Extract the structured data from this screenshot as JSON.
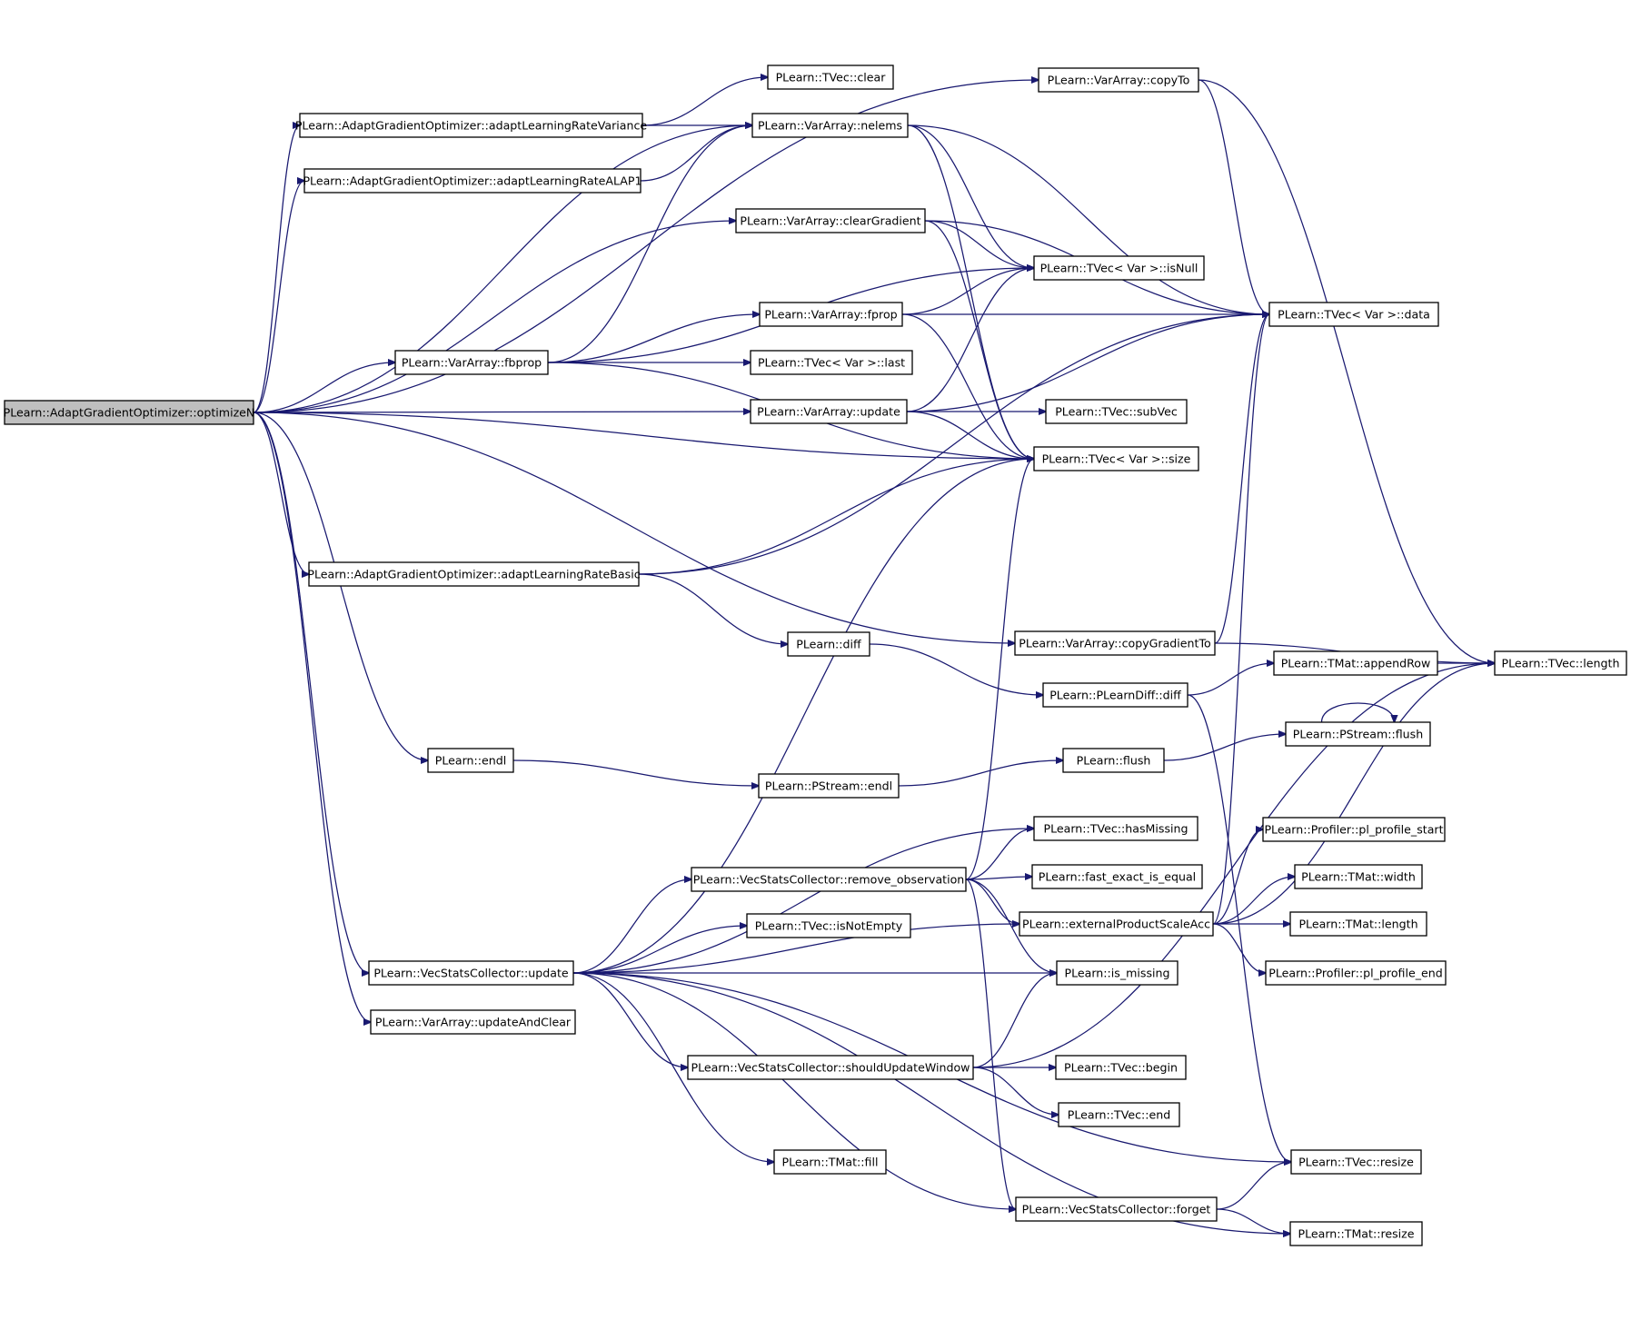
{
  "graph": {
    "edge_color": "#191970",
    "root_fill": "#bfbfbf",
    "nodes": [
      {
        "id": "optimizeN",
        "label": "PLearn::AdaptGradientOptimizer::optimizeN",
        "root": true
      },
      {
        "id": "copyTo",
        "label": "PLearn::VarArray::copyTo"
      },
      {
        "id": "tvecClear",
        "label": "PLearn::TVec::clear"
      },
      {
        "id": "alrVariance",
        "label": "PLearn::AdaptGradientOptimizer::adaptLearningRateVariance"
      },
      {
        "id": "nelems",
        "label": "PLearn::VarArray::nelems"
      },
      {
        "id": "alrALAP1",
        "label": "PLearn::AdaptGradientOptimizer::adaptLearningRateALAP1"
      },
      {
        "id": "clearGradient",
        "label": "PLearn::VarArray::clearGradient"
      },
      {
        "id": "isNull",
        "label": "PLearn::TVec< Var >::isNull"
      },
      {
        "id": "fprop",
        "label": "PLearn::VarArray::fprop"
      },
      {
        "id": "data",
        "label": "PLearn::TVec< Var >::data"
      },
      {
        "id": "fbprop",
        "label": "PLearn::VarArray::fbprop"
      },
      {
        "id": "last",
        "label": "PLearn::TVec< Var >::last"
      },
      {
        "id": "vaUpdate",
        "label": "PLearn::VarArray::update"
      },
      {
        "id": "subVec",
        "label": "PLearn::TVec::subVec"
      },
      {
        "id": "size",
        "label": "PLearn::TVec< Var >::size"
      },
      {
        "id": "alrBasic",
        "label": "PLearn::AdaptGradientOptimizer::adaptLearningRateBasic"
      },
      {
        "id": "copyGradientTo",
        "label": "PLearn::VarArray::copyGradientTo"
      },
      {
        "id": "diff",
        "label": "PLearn::diff"
      },
      {
        "id": "appendRow",
        "label": "PLearn::TMat::appendRow"
      },
      {
        "id": "length",
        "label": "PLearn::TVec::length"
      },
      {
        "id": "plDiff",
        "label": "PLearn::PLearnDiff::diff"
      },
      {
        "id": "psFlush",
        "label": "PLearn::PStream::flush"
      },
      {
        "id": "endl",
        "label": "PLearn::endl"
      },
      {
        "id": "flush",
        "label": "PLearn::flush"
      },
      {
        "id": "psEndl",
        "label": "PLearn::PStream::endl"
      },
      {
        "id": "hasMissing",
        "label": "PLearn::TVec::hasMissing"
      },
      {
        "id": "profStart",
        "label": "PLearn::Profiler::pl_profile_start"
      },
      {
        "id": "removeObs",
        "label": "PLearn::VecStatsCollector::remove_observation"
      },
      {
        "id": "fastEq",
        "label": "PLearn::fast_exact_is_equal"
      },
      {
        "id": "tmatWidth",
        "label": "PLearn::TMat::width"
      },
      {
        "id": "isNotEmpty",
        "label": "PLearn::TVec::isNotEmpty"
      },
      {
        "id": "extProd",
        "label": "PLearn::externalProductScaleAcc"
      },
      {
        "id": "tmatLength",
        "label": "PLearn::TMat::length"
      },
      {
        "id": "vscUpdate",
        "label": "PLearn::VecStatsCollector::update"
      },
      {
        "id": "isMissing",
        "label": "PLearn::is_missing"
      },
      {
        "id": "profEnd",
        "label": "PLearn::Profiler::pl_profile_end"
      },
      {
        "id": "updAndClear",
        "label": "PLearn::VarArray::updateAndClear"
      },
      {
        "id": "shouldUpd",
        "label": "PLearn::VecStatsCollector::shouldUpdateWindow"
      },
      {
        "id": "begin",
        "label": "PLearn::TVec::begin"
      },
      {
        "id": "end",
        "label": "PLearn::TVec::end"
      },
      {
        "id": "tvecResize",
        "label": "PLearn::TVec::resize"
      },
      {
        "id": "fill",
        "label": "PLearn::TMat::fill"
      },
      {
        "id": "forget",
        "label": "PLearn::VecStatsCollector::forget"
      },
      {
        "id": "tmatResize",
        "label": "PLearn::TMat::resize"
      }
    ],
    "edges": [
      [
        "optimizeN",
        "copyTo"
      ],
      [
        "optimizeN",
        "alrVariance"
      ],
      [
        "optimizeN",
        "alrALAP1"
      ],
      [
        "optimizeN",
        "nelems"
      ],
      [
        "optimizeN",
        "clearGradient"
      ],
      [
        "optimizeN",
        "fbprop"
      ],
      [
        "optimizeN",
        "vaUpdate"
      ],
      [
        "optimizeN",
        "size"
      ],
      [
        "optimizeN",
        "alrBasic"
      ],
      [
        "optimizeN",
        "copyGradientTo"
      ],
      [
        "optimizeN",
        "endl"
      ],
      [
        "optimizeN",
        "vscUpdate"
      ],
      [
        "optimizeN",
        "updAndClear"
      ],
      [
        "alrVariance",
        "tvecClear"
      ],
      [
        "alrVariance",
        "nelems"
      ],
      [
        "alrALAP1",
        "nelems"
      ],
      [
        "copyTo",
        "data"
      ],
      [
        "copyTo",
        "length"
      ],
      [
        "nelems",
        "isNull"
      ],
      [
        "nelems",
        "data"
      ],
      [
        "nelems",
        "size"
      ],
      [
        "clearGradient",
        "isNull"
      ],
      [
        "clearGradient",
        "data"
      ],
      [
        "clearGradient",
        "size"
      ],
      [
        "fbprop",
        "nelems"
      ],
      [
        "fbprop",
        "isNull"
      ],
      [
        "fbprop",
        "fprop"
      ],
      [
        "fbprop",
        "last"
      ],
      [
        "fbprop",
        "size"
      ],
      [
        "fprop",
        "isNull"
      ],
      [
        "fprop",
        "data"
      ],
      [
        "fprop",
        "size"
      ],
      [
        "vaUpdate",
        "isNull"
      ],
      [
        "vaUpdate",
        "data"
      ],
      [
        "vaUpdate",
        "subVec"
      ],
      [
        "vaUpdate",
        "size"
      ],
      [
        "alrBasic",
        "size"
      ],
      [
        "alrBasic",
        "data"
      ],
      [
        "alrBasic",
        "diff"
      ],
      [
        "copyGradientTo",
        "data"
      ],
      [
        "copyGradientTo",
        "length"
      ],
      [
        "diff",
        "plDiff"
      ],
      [
        "plDiff",
        "appendRow"
      ],
      [
        "plDiff",
        "tvecResize"
      ],
      [
        "appendRow",
        "length"
      ],
      [
        "endl",
        "psEndl"
      ],
      [
        "psEndl",
        "flush"
      ],
      [
        "flush",
        "psFlush"
      ],
      [
        "psFlush",
        "psFlush"
      ],
      [
        "removeObs",
        "size"
      ],
      [
        "removeObs",
        "hasMissing"
      ],
      [
        "removeObs",
        "fastEq"
      ],
      [
        "removeObs",
        "extProd"
      ],
      [
        "removeObs",
        "isMissing"
      ],
      [
        "removeObs",
        "forget"
      ],
      [
        "extProd",
        "length"
      ],
      [
        "extProd",
        "profStart"
      ],
      [
        "extProd",
        "tmatWidth"
      ],
      [
        "extProd",
        "tmatLength"
      ],
      [
        "extProd",
        "profEnd"
      ],
      [
        "extProd",
        "data"
      ],
      [
        "vscUpdate",
        "size"
      ],
      [
        "vscUpdate",
        "hasMissing"
      ],
      [
        "vscUpdate",
        "removeObs"
      ],
      [
        "vscUpdate",
        "isNotEmpty"
      ],
      [
        "vscUpdate",
        "extProd"
      ],
      [
        "vscUpdate",
        "isMissing"
      ],
      [
        "vscUpdate",
        "shouldUpd"
      ],
      [
        "vscUpdate",
        "tvecResize"
      ],
      [
        "vscUpdate",
        "fill"
      ],
      [
        "vscUpdate",
        "forget"
      ],
      [
        "vscUpdate",
        "tmatResize"
      ],
      [
        "shouldUpd",
        "isMissing"
      ],
      [
        "shouldUpd",
        "length"
      ],
      [
        "shouldUpd",
        "begin"
      ],
      [
        "shouldUpd",
        "end"
      ],
      [
        "forget",
        "tvecResize"
      ],
      [
        "forget",
        "tmatResize"
      ]
    ]
  }
}
